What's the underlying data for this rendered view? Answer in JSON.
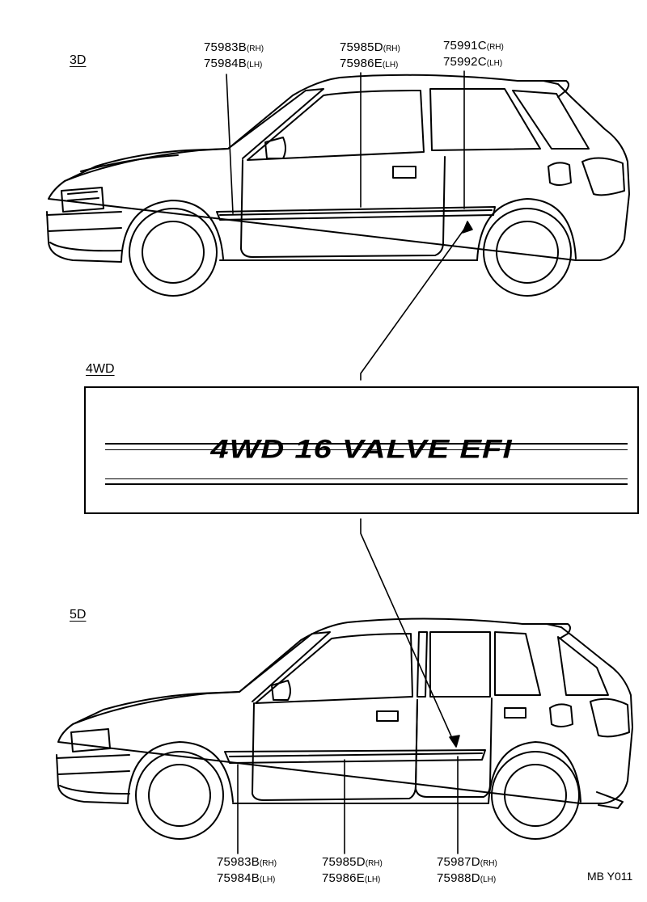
{
  "variants": {
    "three_door": "3D",
    "four_wheel_drive": "4WD",
    "five_door": "5D"
  },
  "top_labels": [
    {
      "part_rh": "75983B",
      "rh": "(RH)",
      "part_lh": "75984B",
      "lh": "(LH)"
    },
    {
      "part_rh": "75985D",
      "rh": "(RH)",
      "part_lh": "75986E",
      "lh": "(LH)"
    },
    {
      "part_rh": "75991C",
      "rh": "(RH)",
      "part_lh": "75992C",
      "lh": "(LH)"
    }
  ],
  "bottom_labels": [
    {
      "part_rh": "75983B",
      "rh": "(RH)",
      "part_lh": "75984B",
      "lh": "(LH)"
    },
    {
      "part_rh": "75985D",
      "rh": "(RH)",
      "part_lh": "75986E",
      "lh": "(LH)"
    },
    {
      "part_rh": "75987D",
      "rh": "(RH)",
      "part_lh": "75988D",
      "lh": "(LH)"
    }
  ],
  "decal_text": "4WD 16 VALVE EFI",
  "drawing_code": "MB Y011"
}
